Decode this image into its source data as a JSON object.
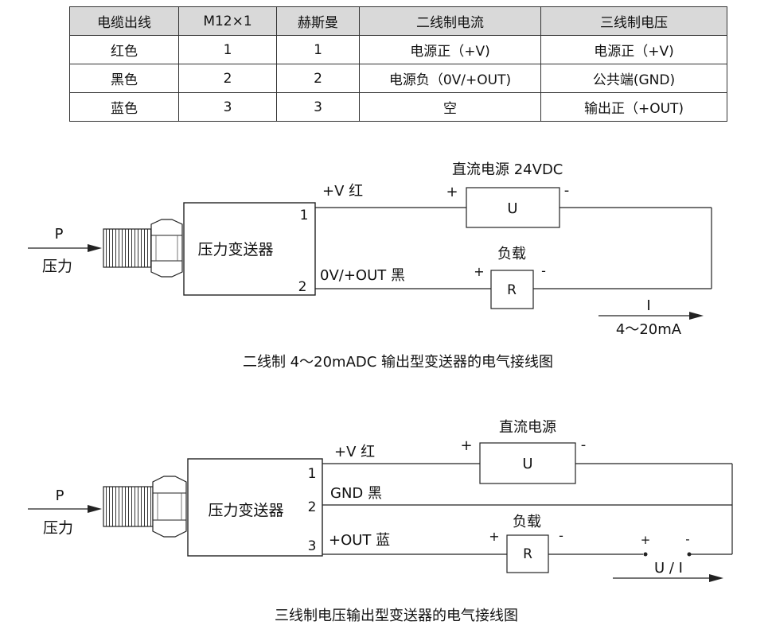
{
  "table": {
    "headers": [
      "电缆出线",
      "M12×1",
      "赫斯曼",
      "二线制电流",
      "三线制电压"
    ],
    "rows": [
      [
        "红色",
        "1",
        "1",
        "电源正（+V)",
        "电源正（+V)"
      ],
      [
        "黑色",
        "2",
        "2",
        "电源负（0V/+OUT)",
        "公共端(GND)"
      ],
      [
        "蓝色",
        "3",
        "3",
        "空",
        "输出正（+OUT)"
      ]
    ]
  },
  "diagram1": {
    "pressure_symbol": "P",
    "pressure_label": "压力",
    "transmitter_label": "压力变送器",
    "pin1": "1",
    "pin2": "2",
    "wire1_label": "+V  红",
    "wire2_label": "0V/+OUT 黑",
    "supply_label": "直流电源 24VDC",
    "supply_plus": "+",
    "supply_minus": "-",
    "supply_box": "U",
    "load_label": "负载",
    "load_plus": "+",
    "load_minus": "-",
    "load_box": "R",
    "current_symbol": "I",
    "current_range": "4～20mA",
    "caption": "二线制 4～20mADC  输出型变送器的电气接线图"
  },
  "diagram2": {
    "pressure_symbol": "P",
    "pressure_label": "压力",
    "transmitter_label": "压力变送器",
    "pin1": "1",
    "pin2": "2",
    "pin3": "3",
    "wire1_label": "+V   红",
    "wire2_label": "GND  黑",
    "wire3_label": "+OUT 蓝",
    "supply_label": "直流电源",
    "supply_plus": "+",
    "supply_minus": "-",
    "supply_box": "U",
    "load_label": "负载",
    "load_plus": "+",
    "load_minus": "-",
    "load_box": "R",
    "out_plus": "+",
    "out_minus": "-",
    "output_symbol": "U / I",
    "caption": "三线制电压输出型变送器的电气接线图"
  }
}
